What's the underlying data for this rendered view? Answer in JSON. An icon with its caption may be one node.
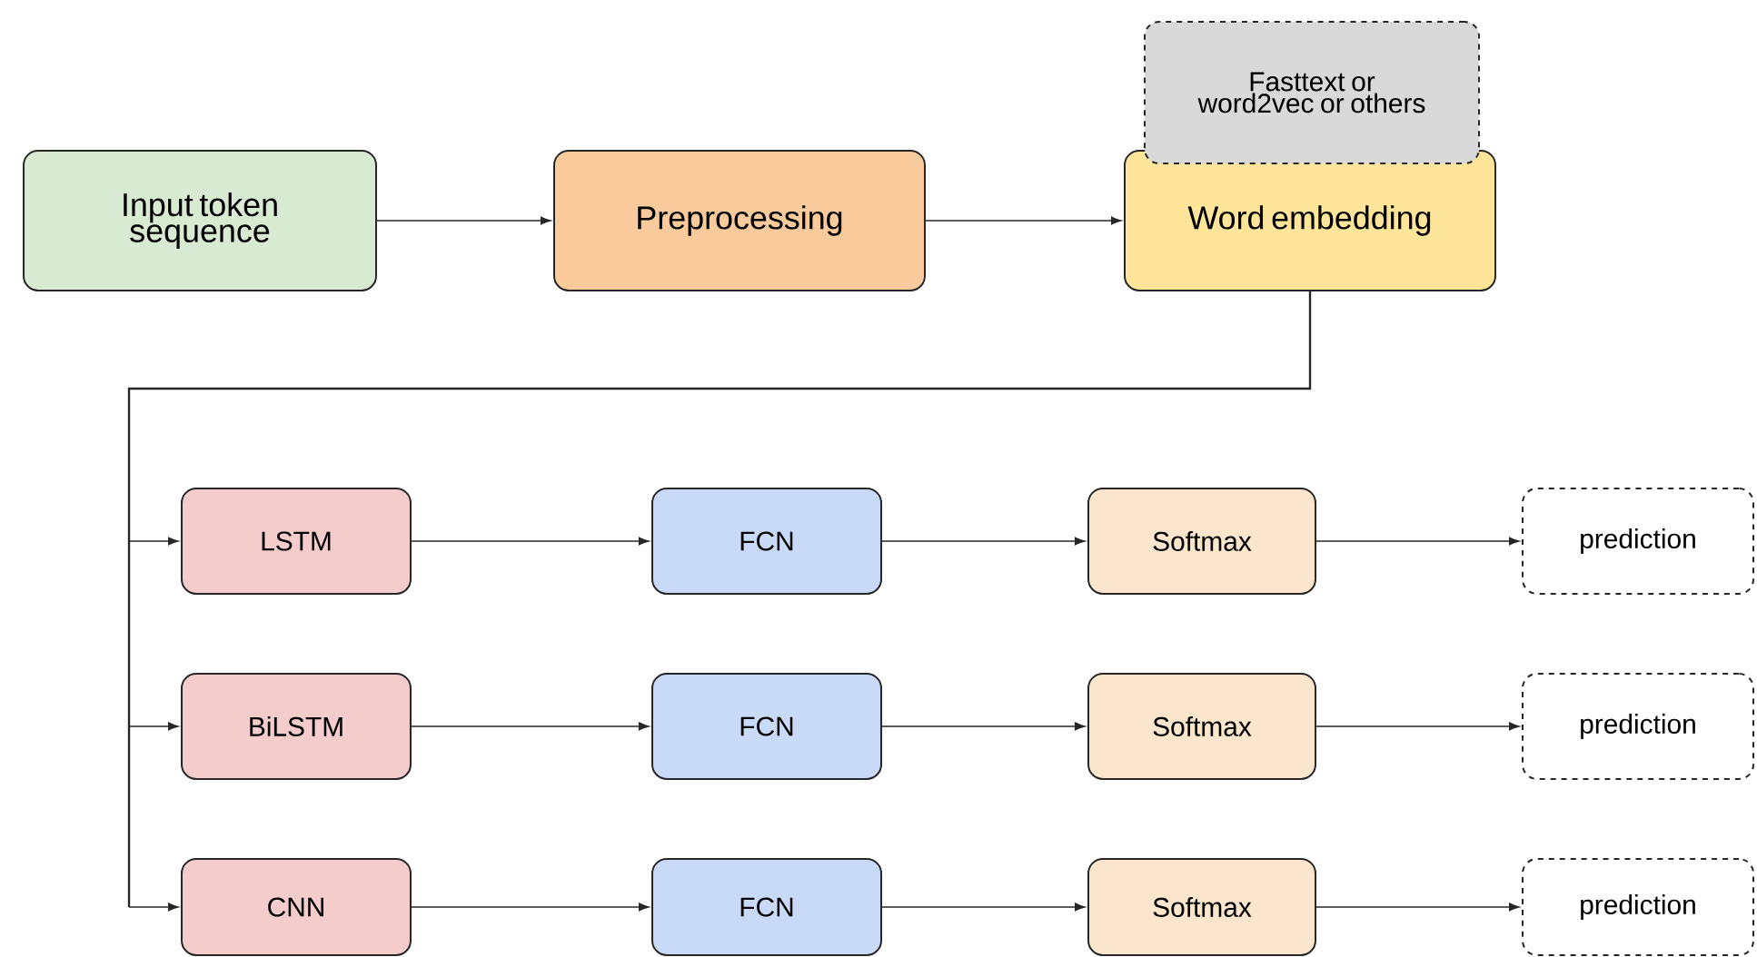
{
  "diagram": {
    "nodes": [
      {
        "text": [
          "Input token sequence"
        ]
      },
      {
        "text": [
          "Preprocessing"
        ]
      },
      {
        "text": [
          "Word embedding"
        ]
      },
      {
        "text": [
          "Fasttext or word2vec or others"
        ]
      },
      {
        "text": [
          "LSTM"
        ]
      },
      {
        "text": [
          "FCN"
        ]
      },
      {
        "text": [
          "Softmax"
        ]
      },
      {
        "text": [
          "prediction"
        ]
      },
      {
        "text": [
          "BiLSTM"
        ]
      },
      {
        "text": [
          "FCN"
        ]
      },
      {
        "text": [
          "Softmax"
        ]
      },
      {
        "text": [
          "prediction"
        ]
      },
      {
        "text": [
          "CNN"
        ]
      },
      {
        "text": [
          "FCN"
        ]
      },
      {
        "text": [
          "Softmax"
        ]
      },
      {
        "text": [
          "prediction"
        ]
      }
    ],
    "edges": [
      {
        "from": 0,
        "to": 1,
        "arrow": "to"
      },
      {
        "from": 1,
        "to": 2,
        "arrow": "to"
      },
      {
        "from": 2,
        "to": 4,
        "arrow": "to"
      },
      {
        "from": 2,
        "to": 8,
        "arrow": "to"
      },
      {
        "from": 2,
        "to": 12,
        "arrow": "to"
      },
      {
        "from": 4,
        "to": 5,
        "arrow": "to"
      },
      {
        "from": 5,
        "to": 6,
        "arrow": "to"
      },
      {
        "from": 6,
        "to": 7,
        "arrow": "to"
      },
      {
        "from": 8,
        "to": 9,
        "arrow": "to"
      },
      {
        "from": 9,
        "to": 10,
        "arrow": "to"
      },
      {
        "from": 10,
        "to": 11,
        "arrow": "to"
      },
      {
        "from": 12,
        "to": 13,
        "arrow": "to"
      },
      {
        "from": 13,
        "to": 14,
        "arrow": "to"
      },
      {
        "from": 14,
        "to": 15,
        "arrow": "to"
      }
    ]
  }
}
